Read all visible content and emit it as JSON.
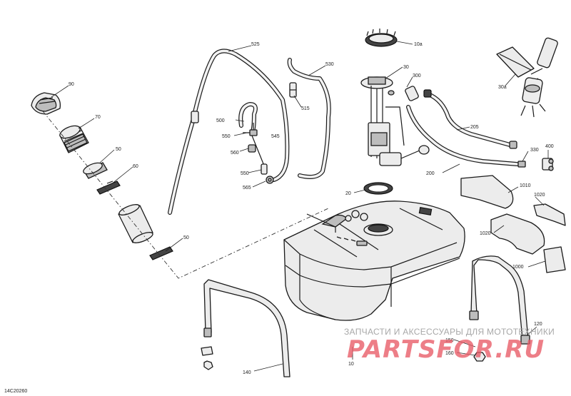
{
  "diagram_code": "14C20260",
  "callouts": {
    "c90": "90",
    "c70": "70",
    "c50a": "50",
    "c60": "60",
    "c50b": "50",
    "c525": "525",
    "c530": "530",
    "c515": "515",
    "c500": "500",
    "c545": "545",
    "c550a": "550",
    "c560": "560",
    "c550b": "550",
    "c565": "565",
    "c10a": "10a",
    "c30": "30",
    "c300": "300",
    "c205": "205",
    "c330": "330",
    "c400": "400",
    "c200": "200",
    "c30a": "30a",
    "c20": "20",
    "c1010": "1010",
    "c1020a": "1020",
    "c1020b": "1020",
    "c1000": "1000",
    "c140": "140",
    "c10": "10",
    "c150": "150",
    "c160": "160",
    "c120": "120"
  },
  "watermark": {
    "tagline": "ЗАПЧАСТИ И АКСЕССУАРЫ ДЛЯ МОТОТЕХНИКИ",
    "brand": "PARTSFOR.RU"
  }
}
